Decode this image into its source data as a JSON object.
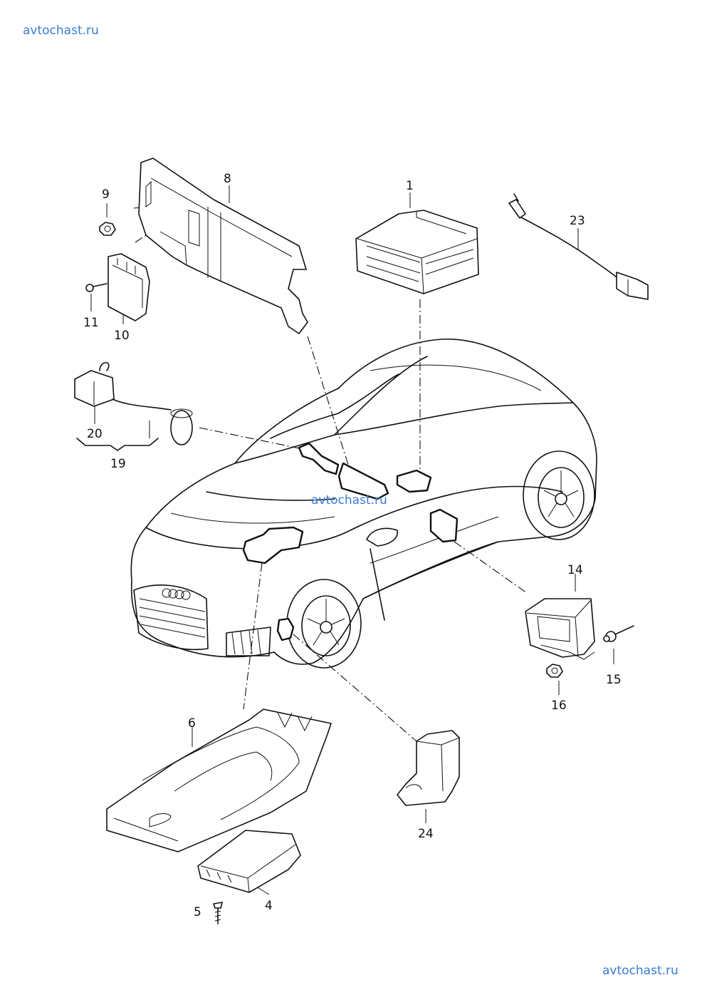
{
  "watermarks": {
    "top_left": "avtochast.ru",
    "center": "avtochast.ru",
    "bottom_right": "avtochast.ru"
  },
  "parts": {
    "p1": "1",
    "p4": "4",
    "p5": "5",
    "p6": "6",
    "p8": "8",
    "p9": "9",
    "p10": "10",
    "p11": "11",
    "p14": "14",
    "p15": "15",
    "p16": "16",
    "p19": "19",
    "p20": "20",
    "p23": "23",
    "p24": "24"
  }
}
